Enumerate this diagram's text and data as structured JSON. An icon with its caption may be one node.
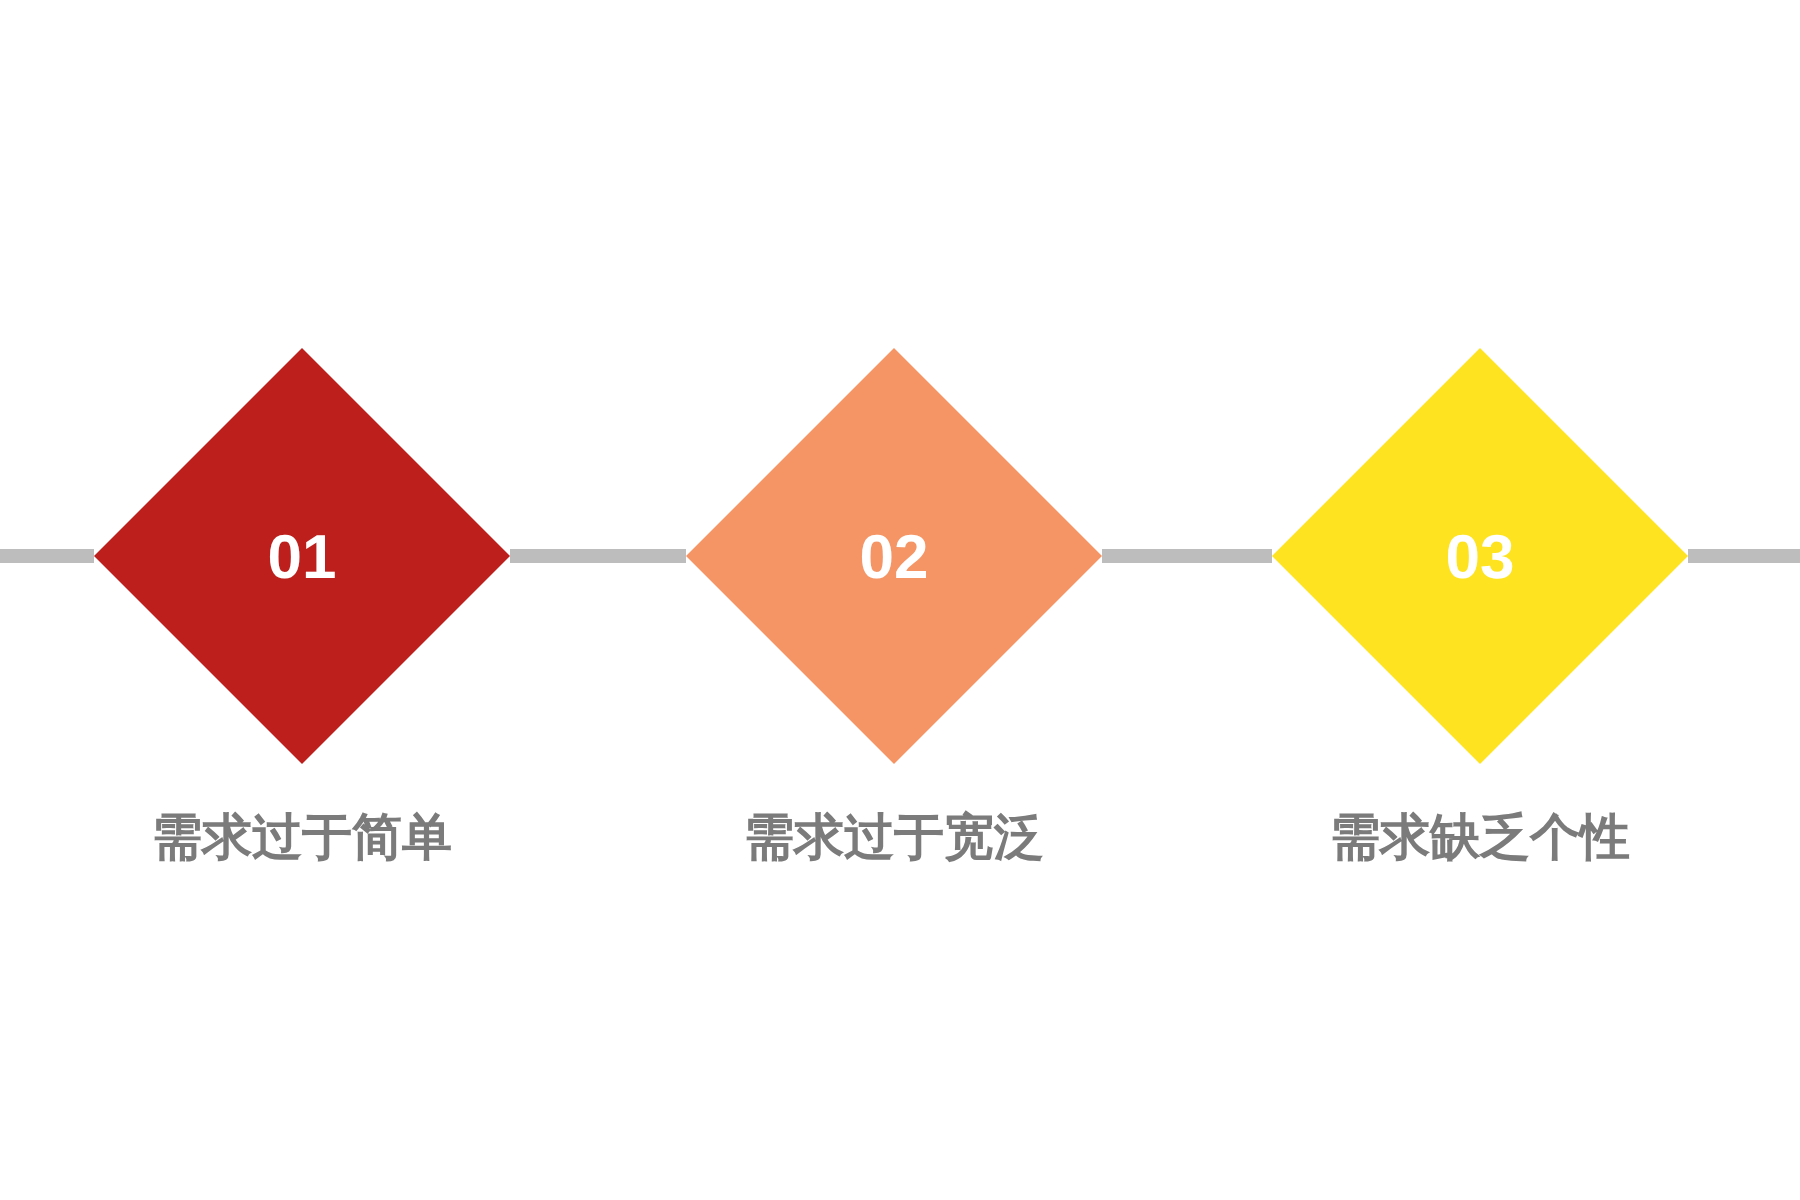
{
  "diagram": {
    "nodes": [
      {
        "text": [
          "01"
        ],
        "beside": [
          "需求过于简单"
        ]
      },
      {
        "text": [
          "02"
        ],
        "beside": [
          "需求过于宽泛"
        ]
      },
      {
        "text": [
          "03"
        ],
        "beside": [
          "需求缺乏个性"
        ]
      }
    ],
    "edges": [
      {
        "from": null,
        "to": 0,
        "arrow": "none"
      },
      {
        "from": 0,
        "to": 1,
        "arrow": "none"
      },
      {
        "from": 1,
        "to": 2,
        "arrow": "none"
      },
      {
        "from": 2,
        "to": null,
        "arrow": "none"
      }
    ]
  }
}
